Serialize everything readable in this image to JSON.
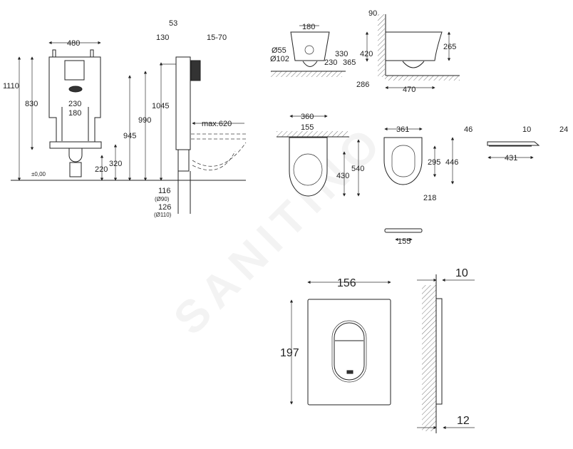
{
  "watermark": "SANITINO",
  "frame_front": {
    "width": "480",
    "height_total": "1110",
    "height_830": "830",
    "spacing_230": "230",
    "spacing_180": "180",
    "h_945": "945",
    "h_990": "990",
    "h_320": "320",
    "h_220": "220",
    "floor_level": "±0,00"
  },
  "frame_side": {
    "d_53": "53",
    "d_130": "130",
    "d_15_70": "15-70",
    "h_1045": "1045",
    "max_620": "max.620",
    "d_116": "116",
    "pipe_90": "(Ø90)",
    "d_126": "126",
    "pipe_110": "(Ø110)"
  },
  "wc_back": {
    "w_180": "180",
    "hole_55": "Ø55",
    "hole_102": "Ø102",
    "h_330": "330",
    "h_230": "230",
    "h_365": "365"
  },
  "wc_side": {
    "d_90": "90",
    "h_420": "420",
    "h_265": "265",
    "d_286": "286",
    "d_470": "470"
  },
  "wc_top": {
    "w_360": "360",
    "w_155": "155",
    "l_540": "540",
    "l_430": "430"
  },
  "seat_top": {
    "w_361": "361",
    "l_295": "295",
    "l_446": "446",
    "d_218": "218"
  },
  "seat_side": {
    "h_46": "46",
    "h_10": "10",
    "h_24": "24",
    "l_431": "431"
  },
  "seat_hinge": {
    "w_155": "155"
  },
  "flush_plate": {
    "width": "156",
    "height": "197",
    "depth_top": "10",
    "depth_bottom": "12"
  }
}
